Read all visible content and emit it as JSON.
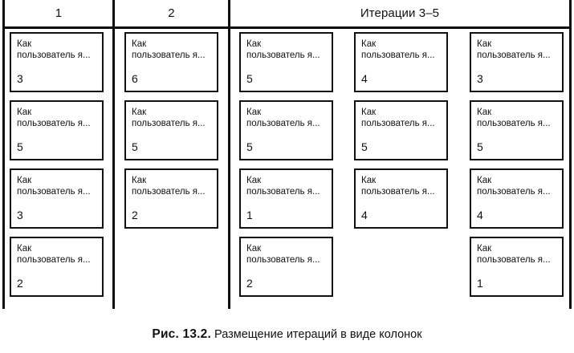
{
  "figure": {
    "caption_label": "Рис. 13.2.",
    "caption_text": "Размещение итераций в виде колонок"
  },
  "board": {
    "headers": [
      {
        "label": "1"
      },
      {
        "label": "2"
      },
      {
        "label": "Итерации 3–5"
      }
    ],
    "card_title": "Как\nпользователь я...",
    "columns": [
      {
        "name": "iteration-1",
        "cards": [
          {
            "title": "Как\nпользователь я...",
            "points": "3"
          },
          {
            "title": "Как\nпользователь я...",
            "points": "5"
          },
          {
            "title": "Как\nпользователь я...",
            "points": "3"
          },
          {
            "title": "Как\nпользователь я...",
            "points": "2"
          }
        ]
      },
      {
        "name": "iteration-2",
        "cards": [
          {
            "title": "Как\nпользователь я...",
            "points": "6"
          },
          {
            "title": "Как\nпользователь я...",
            "points": "5"
          },
          {
            "title": "Как\nпользователь я...",
            "points": "2"
          }
        ]
      },
      {
        "name": "iteration-3",
        "cards": [
          {
            "title": "Как\nпользователь я...",
            "points": "5"
          },
          {
            "title": "Как\nпользователь я...",
            "points": "5"
          },
          {
            "title": "Как\nпользователь я...",
            "points": "1"
          },
          {
            "title": "Как\nпользователь я...",
            "points": "2"
          }
        ]
      },
      {
        "name": "iteration-4",
        "cards": [
          {
            "title": "Как\nпользователь я...",
            "points": "4"
          },
          {
            "title": "Как\nпользователь я...",
            "points": "5"
          },
          {
            "title": "Как\nпользователь я...",
            "points": "4"
          }
        ]
      },
      {
        "name": "iteration-5",
        "cards": [
          {
            "title": "Как\nпользователь я...",
            "points": "3"
          },
          {
            "title": "Как\nпользователь я...",
            "points": "5"
          },
          {
            "title": "Как\nпользователь я...",
            "points": "4"
          },
          {
            "title": "Как\nпользователь я...",
            "points": "1"
          }
        ]
      }
    ]
  },
  "colors": {
    "ink": "#111111",
    "rule": "#0d0d0d",
    "page": "#ffffff"
  }
}
